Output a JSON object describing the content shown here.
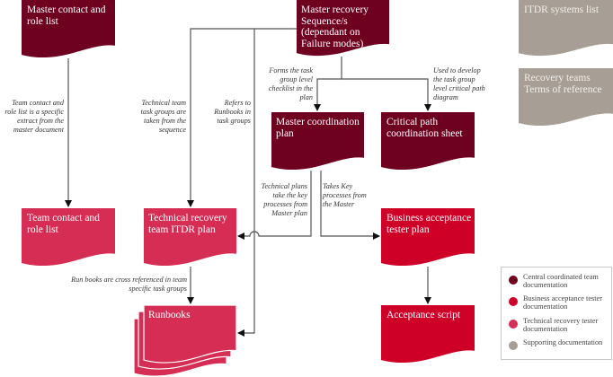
{
  "colors": {
    "central": "#6e0020",
    "business": "#cf0028",
    "technical": "#d62d55",
    "supporting": "#a79f96",
    "line": "#555555"
  },
  "documents": {
    "master_contact": "Master contact and role list",
    "master_recovery": "Master recovery Sequence/s (dependant on Failure modes)",
    "itdr_systems": "ITDR systems list",
    "recovery_teams": "Recovery teams Terms of reference",
    "master_coordination": "Master coordination plan",
    "critical_path": "Critical path coordination sheet",
    "team_contact": "Team contact and role list",
    "technical_recovery": "Technical recovery team ITDR plan",
    "runbooks": "Runbooks",
    "business_acceptance": "Business acceptance tester plan",
    "acceptance_script": "Acceptance script"
  },
  "notes": {
    "team_contact_extract": "Team contact and role list is a specific extract from the master document",
    "technical_task_groups": "Technical team task groups are taken from the sequence",
    "refers_runbooks": "Refers to Runbooks in task groups",
    "forms_checklist": "Forms the task group level checklist in the plan",
    "used_critical_path": "Used to develop the task group level critical path diagram",
    "technical_plans_key": "Technical plans take the key processes from Master plan",
    "takes_key": "Takes Key processes from the Master",
    "runbooks_cross_ref": "Run books are cross referenced in team specific task groups"
  },
  "legend": [
    {
      "label": "Central coordinated team documentation",
      "color": "#6e0020"
    },
    {
      "label": "Business acceptance tester documentation",
      "color": "#cf0028"
    },
    {
      "label": "Technical recovery tester documentation",
      "color": "#d62d55"
    },
    {
      "label": "Supporting documentation",
      "color": "#a79f96"
    }
  ]
}
